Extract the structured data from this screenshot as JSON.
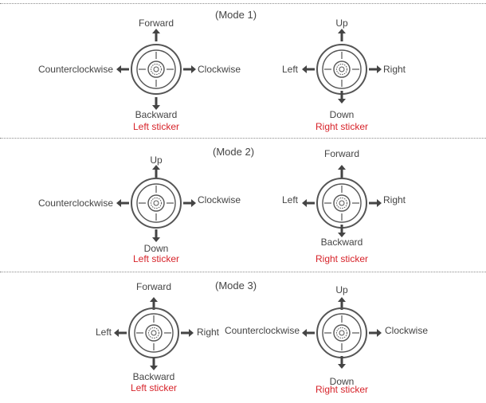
{
  "modes": [
    {
      "title": "(Mode 1)",
      "left": {
        "up": "Forward",
        "down": "Backward",
        "left": "Counterclockwise",
        "right": "Clockwise",
        "caption": "Left sticker"
      },
      "right": {
        "up": "Up",
        "down": "Down",
        "left": "Left",
        "right": "Right",
        "caption": "Right sticker"
      }
    },
    {
      "title": "(Mode 2)",
      "left": {
        "up": "Up",
        "down": "Down",
        "left": "Counterclockwise",
        "right": "Clockwise",
        "caption": "Left sticker"
      },
      "right": {
        "up": "Forward",
        "down": "Backward",
        "left": "Left",
        "right": "Right",
        "caption": "Right sticker"
      }
    },
    {
      "title": "(Mode 3)",
      "left": {
        "up": "Forward",
        "down": "Backward",
        "left": "Left",
        "right": "Right",
        "caption": "Left sticker"
      },
      "right": {
        "up": "Up",
        "down": "Down",
        "left": "Counterclockwise",
        "right": "Clockwise",
        "caption": "Right sticker"
      }
    }
  ],
  "colors": {
    "caption": "#d7232a",
    "stroke": "#555555",
    "text": "#444444"
  }
}
